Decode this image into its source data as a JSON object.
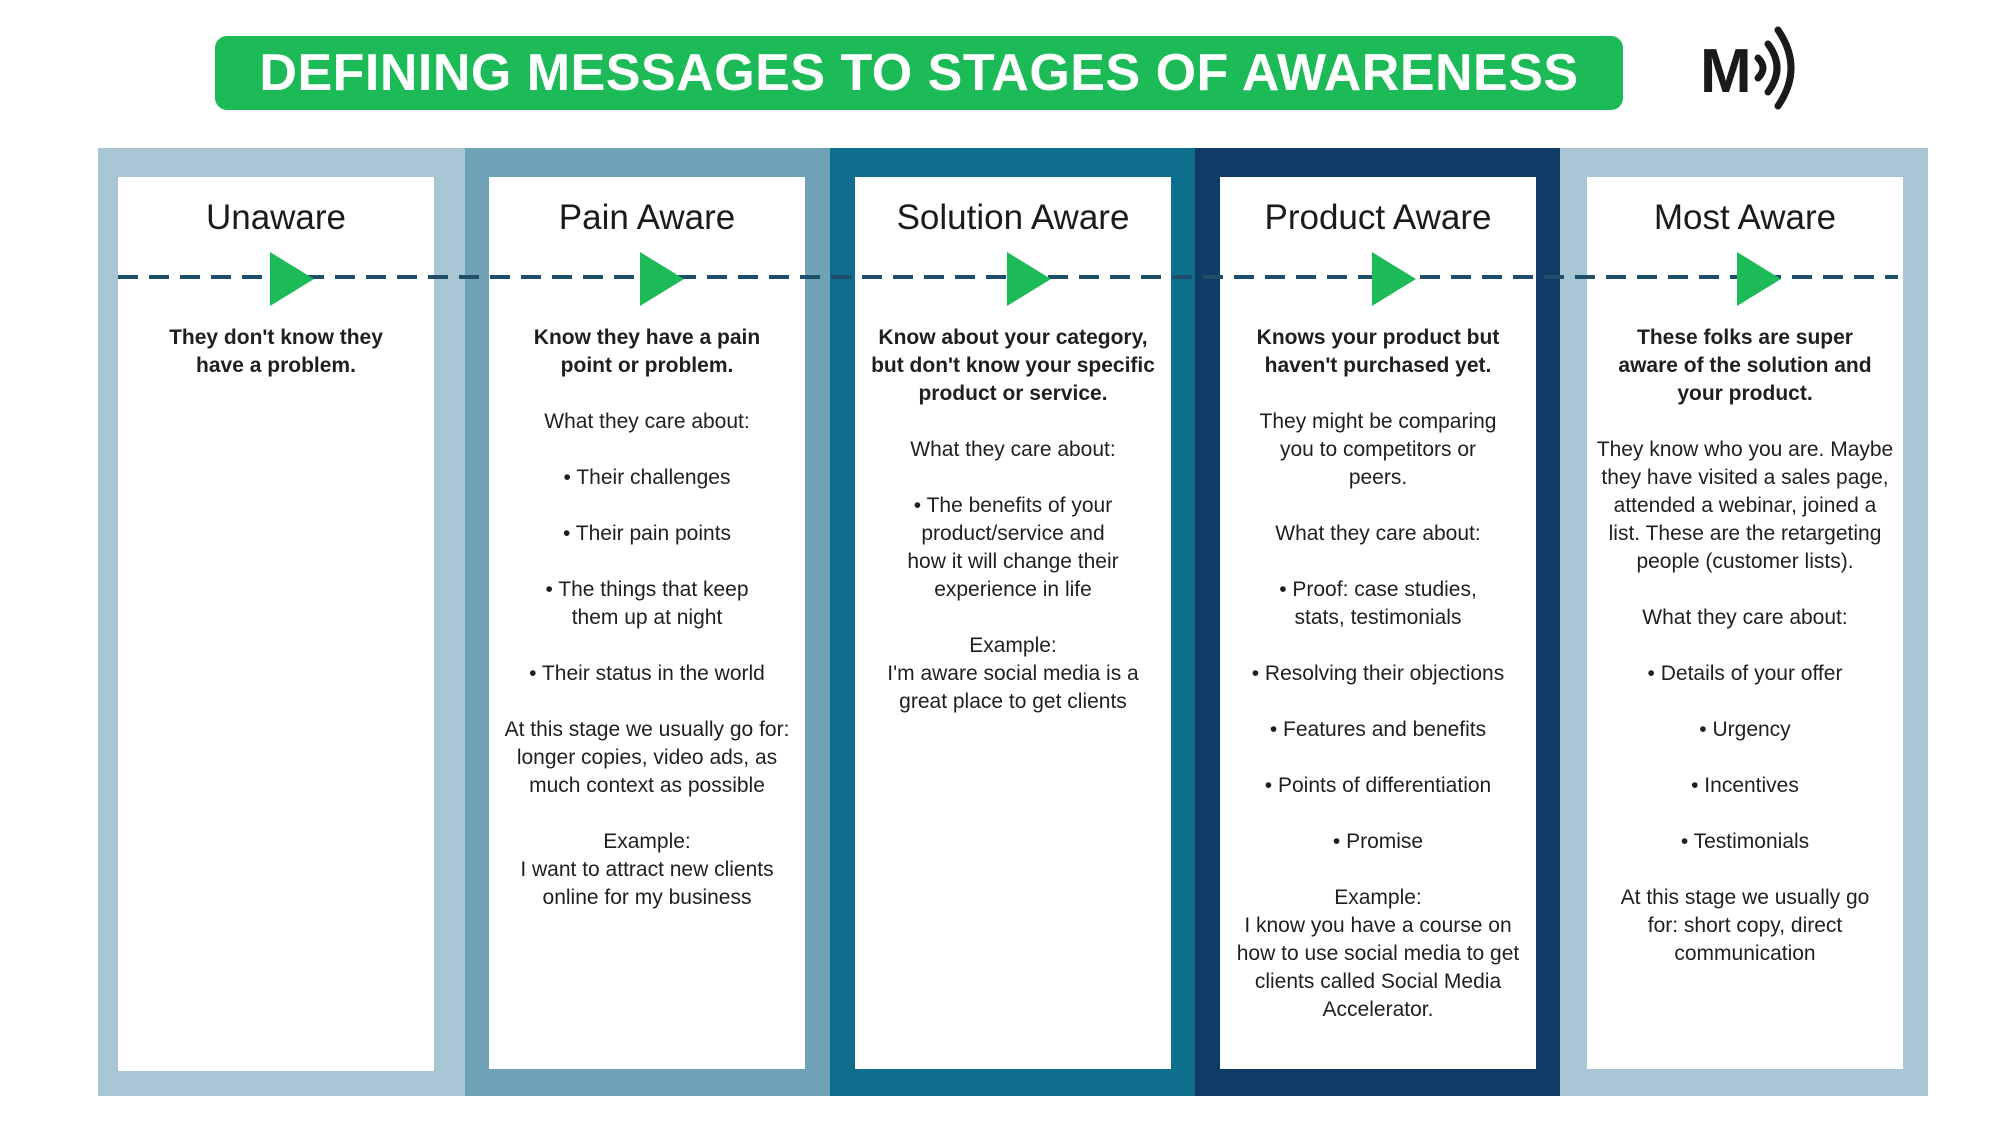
{
  "header": {
    "title": "DEFINING MESSAGES TO STAGES OF AWARENESS",
    "logo_icon": "m-sound-waves-logo",
    "logo_text": "M"
  },
  "colors": {
    "accent_green": "#1dbb58",
    "band_light": "#a9c6d4",
    "band_mid": "#6fa2b6",
    "band_teal": "#0d6e8e",
    "band_navy": "#0e3c66",
    "timeline_dash": "#1f4e6b"
  },
  "stages": [
    {
      "title": "Unaware",
      "lead": "They don't know they have a problem.",
      "body": []
    },
    {
      "title": "Pain Aware",
      "lead": "Know they have a pain point or problem.",
      "care_label": "What they care about:",
      "bullets": [
        "• Their challenges",
        "• Their pain points",
        "• The things that keep them up at night",
        "• Their status in the world"
      ],
      "note": "At this stage we usually go for: longer copies, video ads, as much context as possible",
      "example_label": "Example:",
      "example": "I want to attract new clients online for my business"
    },
    {
      "title": "Solution Aware",
      "lead": "Know about your category, but don't know your specific product or service.",
      "care_label": "What they care about:",
      "bullets": [
        "• The benefits of your product/service and how it will change their experience in life"
      ],
      "example_label": "Example:",
      "example": "I'm aware social media is a great place to get clients"
    },
    {
      "title": "Product Aware",
      "lead": "Knows your product but haven't purchased yet.",
      "intro": "They might be comparing you to competitors or peers.",
      "care_label": "What they care about:",
      "bullets": [
        "• Proof: case studies, stats, testimonials",
        "• Resolving their objections",
        "• Features and benefits",
        "• Points of differentiation",
        "• Promise"
      ],
      "example_label": "Example:",
      "example": "I know you have a course on how to use social media to get clients called Social Media Accelerator."
    },
    {
      "title": "Most Aware",
      "lead": "These folks are super aware of the solution and your product.",
      "intro": "They know who you are. Maybe they have visited a sales page, attended a webinar, joined a list. These are the retargeting people (customer lists).",
      "care_label": "What they care about:",
      "bullets": [
        "• Details of your offer",
        "• Urgency",
        "• Incentives",
        "• Testimonials"
      ],
      "note": "At this stage we usually go for: short copy, direct communication"
    }
  ]
}
